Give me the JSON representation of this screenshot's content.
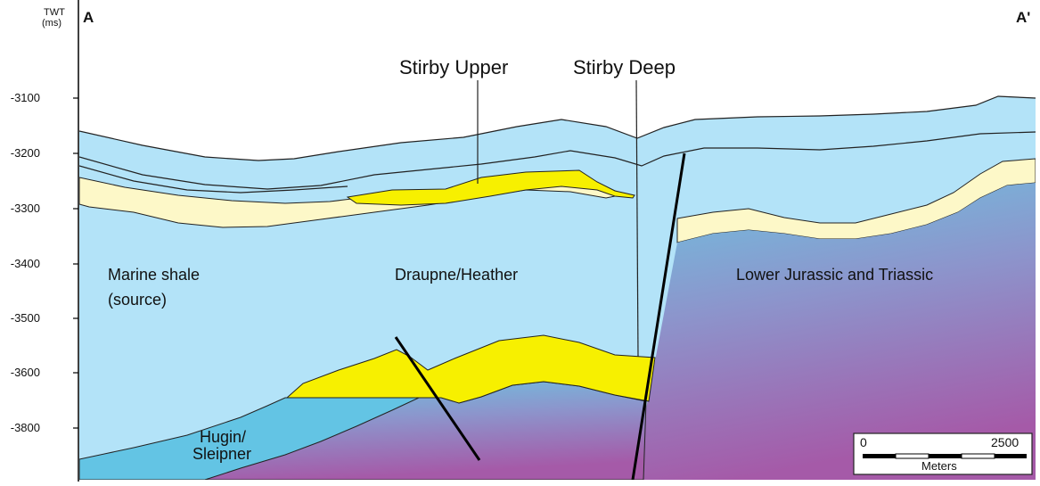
{
  "axis": {
    "title_top": "TWT",
    "title_bottom": "(ms)",
    "ticks": [
      "-3100",
      "-3200",
      "-3300",
      "-3400",
      "-3500",
      "-3600",
      "-3800"
    ]
  },
  "section": {
    "start_label": "A",
    "end_label": "A'"
  },
  "callouts": {
    "stirby_upper": "Stirby Upper",
    "stirby_deep": "Stirby Deep"
  },
  "units": {
    "marine_shale_line1": "Marine shale",
    "marine_shale_line2": "(source)",
    "draupne": "Draupne/Heather",
    "lower_jurassic": "Lower Jurassic and Triassic",
    "hugin_line1": "Hugin/",
    "hugin_line2": "Sleipner"
  },
  "scale_bar": {
    "min_label": "0",
    "max_label": "2500",
    "unit_label": "Meters"
  },
  "colors": {
    "shale_blue": "#b3e3f8",
    "sand_yellow": "#f7f000",
    "pale_sand": "#fdf8c8",
    "reservoir_blue": "#63c4e4",
    "basement_top": "#6ec3e0",
    "basement_bottom": "#a55aa8"
  }
}
